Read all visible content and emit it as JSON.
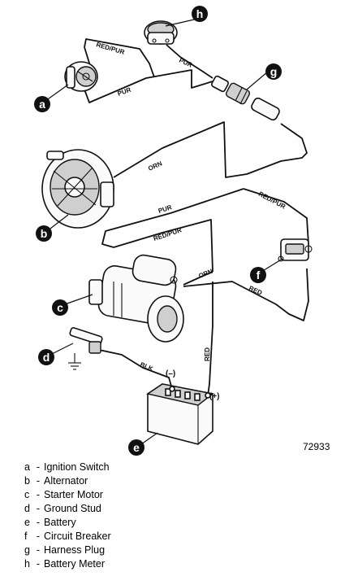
{
  "figure_number": "72933",
  "callouts": [
    "a",
    "b",
    "c",
    "d",
    "e",
    "f",
    "g",
    "h"
  ],
  "wire_labels": {
    "red_pur_top": "RED/PUR",
    "pur_left": "PUR",
    "pur_top_right": "PUR",
    "orn_alternator": "ORN",
    "red_pur_right": "RED/PUR",
    "pur_alternator": "PUR",
    "red_pur_alternator": "RED/PUR",
    "orn_starter": "ORN",
    "red_breaker": "RED",
    "red_vertical": "RED",
    "blk_ground": "BLK"
  },
  "battery_terminals": {
    "negative": "(–)",
    "positive": "(+)"
  },
  "legend": [
    {
      "key": "a",
      "separator": "-",
      "label": "Ignition Switch"
    },
    {
      "key": "b",
      "separator": "-",
      "label": "Alternator"
    },
    {
      "key": "c",
      "separator": "-",
      "label": "Starter Motor"
    },
    {
      "key": "d",
      "separator": "-",
      "label": "Ground Stud"
    },
    {
      "key": "e",
      "separator": "-",
      "label": "Battery"
    },
    {
      "key": "f",
      "separator": "-",
      "label": "Circuit Breaker"
    },
    {
      "key": "g",
      "separator": "-",
      "label": "Harness Plug"
    },
    {
      "key": "h",
      "separator": "-",
      "label": "Battery Meter"
    }
  ]
}
